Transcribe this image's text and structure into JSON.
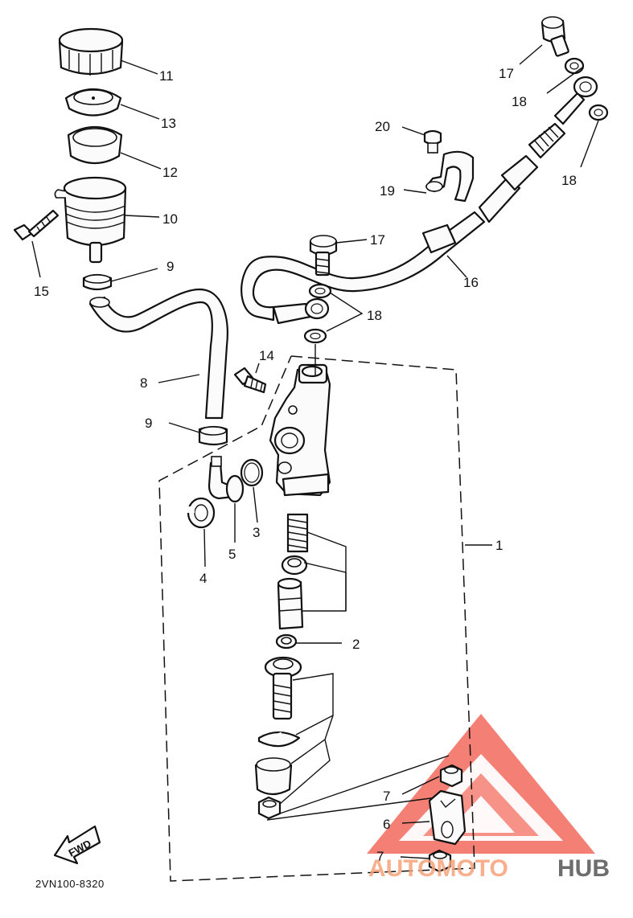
{
  "diagram": {
    "drawing_code": "2VN100-8320",
    "fwd_label": "FWD",
    "callouts": {
      "c1": "1",
      "c2": "2",
      "c3": "3",
      "c4": "4",
      "c5": "5",
      "c6": "6",
      "c7a": "7",
      "c7b": "7",
      "c8": "8",
      "c9a": "9",
      "c9b": "9",
      "c10": "10",
      "c11": "11",
      "c12": "12",
      "c13": "13",
      "c14": "14",
      "c15": "15",
      "c16": "16",
      "c17a": "17",
      "c17b": "17",
      "c18a": "18",
      "c18b": "18",
      "c18c": "18",
      "c19": "19",
      "c20": "20"
    }
  },
  "watermark": {
    "brand_part1": "AUTOMOTO",
    "brand_part2": "HUB",
    "accent_color": "#f04e3e",
    "secondary_color": "#6d6d6d"
  }
}
